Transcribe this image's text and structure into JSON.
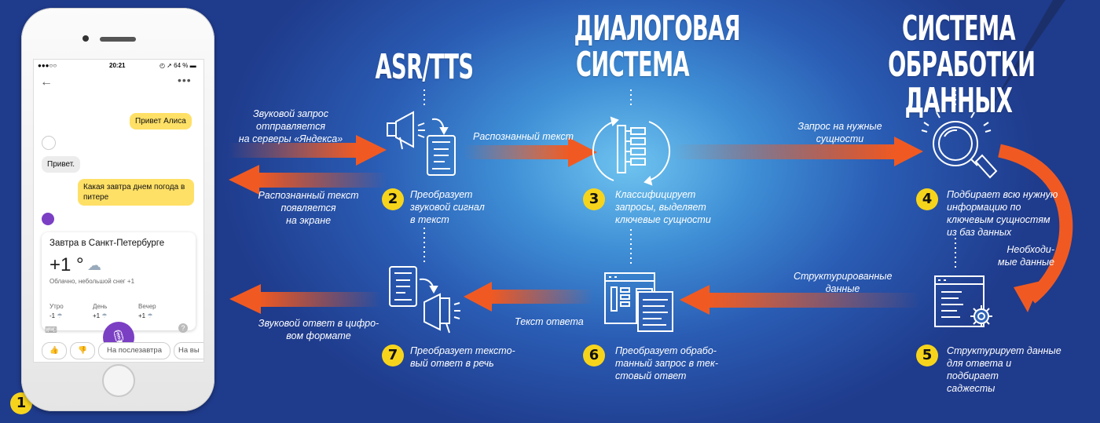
{
  "headings": {
    "asr": "ASR/TTS",
    "dialog": [
      "ДИАЛОГОВАЯ",
      "СИСТЕМА"
    ],
    "data_system": [
      "СИСТЕМА",
      "ОБРАБОТКИ ДАННЫХ"
    ]
  },
  "arrow_labels": {
    "sound_request": [
      "Звуковой запрос",
      "отправляется",
      "на серверы «Яндекса»"
    ],
    "recognized_on_screen": [
      "Распознанный текст",
      "появляется",
      "на экране"
    ],
    "recognized_text": "Распознанный текст",
    "entities_request": [
      "Запрос на нужные",
      "сущности"
    ],
    "needed_data": [
      "Необходи-",
      "мые данные"
    ],
    "structured_data": [
      "Структурированные",
      "данные"
    ],
    "answer_text": "Текст ответа",
    "digital_answer": [
      "Звуковой ответ в цифро-",
      "вом формате"
    ]
  },
  "steps": [
    {
      "num": "1",
      "text": []
    },
    {
      "num": "2",
      "text": [
        "Преобразует",
        "звуковой сигнал",
        "в текст"
      ]
    },
    {
      "num": "3",
      "text": [
        "Классифицирует",
        "запросы, выделяет",
        "ключевые сущности"
      ]
    },
    {
      "num": "4",
      "text": [
        "Подбирает всю нужную",
        "информацию по",
        "ключевым сущностям",
        "из баз данных"
      ]
    },
    {
      "num": "5",
      "text": [
        "Структурирует данные",
        "для ответа и подбирает",
        "саджесты"
      ]
    },
    {
      "num": "6",
      "text": [
        "Преобразует обрабо-",
        "танный запрос в тек-",
        "стовый ответ"
      ]
    },
    {
      "num": "7",
      "text": [
        "Преобразует тексто-",
        "вый ответ в речь"
      ]
    }
  ],
  "colors": {
    "arrow": "#f05a22",
    "badge": "#f7d41c",
    "mic": "#7b3fc4",
    "user_bubble": "#ffe066"
  },
  "phone": {
    "status": {
      "carrier": "●●●○○",
      "time": "20:21",
      "battery": "64 %"
    },
    "icons": {
      "back": "back-arrow-icon",
      "more": "more-dots-icon"
    },
    "messages": [
      {
        "from": "user",
        "text": "Привет Алиса"
      },
      {
        "from": "alice",
        "text": "Привет."
      },
      {
        "from": "user",
        "text": "Какая завтра днем погода в питере"
      }
    ],
    "weather": {
      "title": "Завтра в Санкт-Петербурге",
      "temp": "+1 °",
      "desc": "Облачно, небольшой снег +1",
      "periods": [
        {
          "name": "Утро",
          "temp": "-1"
        },
        {
          "name": "День",
          "temp": "+1"
        },
        {
          "name": "Вечер",
          "temp": "+1"
        }
      ]
    },
    "suggests": [
      "На послезавтра",
      "На вы"
    ]
  }
}
